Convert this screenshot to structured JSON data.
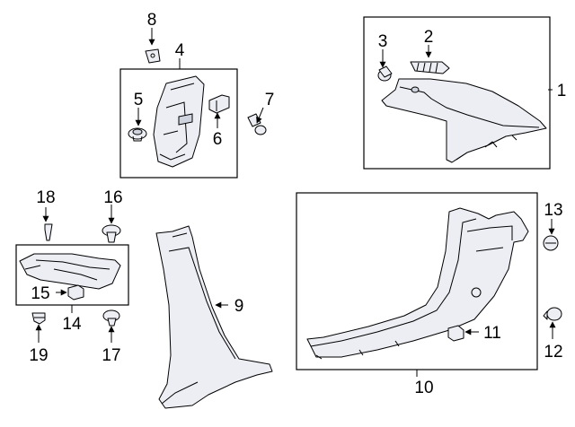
{
  "callouts": {
    "c1": "1",
    "c2": "2",
    "c3": "3",
    "c4": "4",
    "c5": "5",
    "c6": "6",
    "c7": "7",
    "c8": "8",
    "c9": "9",
    "c10": "10",
    "c11": "11",
    "c12": "12",
    "c13": "13",
    "c14": "14",
    "c15": "15",
    "c16": "16",
    "c17": "17",
    "c18": "18",
    "c19": "19"
  },
  "colors": {
    "part_fill": "#eceef4",
    "line": "#000000"
  }
}
